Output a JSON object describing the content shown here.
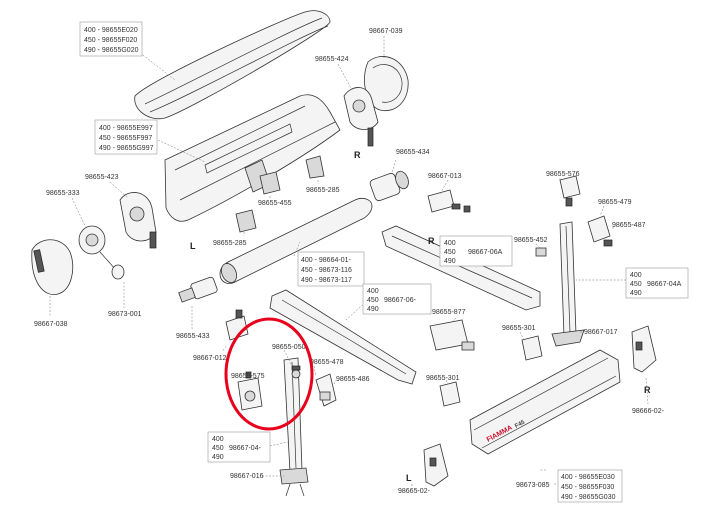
{
  "highlight_color": "#e8001c",
  "part_labels": {
    "p98667_039": "98667-039",
    "p98655_424": "98655-424",
    "p98655_423": "98655-423",
    "p98655_333": "98655-333",
    "p98667_038": "98667-038",
    "p98673_001": "98673-001",
    "p98655_285a": "98655-285",
    "p98655_455": "98655-455",
    "p98655_285b": "98655-285",
    "p98655_434": "98655-434",
    "p98667_013": "98667-013",
    "p98655_576": "98655-576",
    "p98655_479": "98655-479",
    "p98655_487": "98655-487",
    "p98655_452": "98655-452",
    "p98655_433": "98655-433",
    "p98667_012": "98667-012",
    "p98655_050": "98655-050",
    "p98655_478": "98655-478",
    "p98655_486": "98655-486",
    "p98655_575": "98655-575",
    "p98655_877": "98655-877",
    "p98655_301a": "98655-301",
    "p98667_017": "98667-017",
    "p98655_301b": "98655-301",
    "p98666_02": "98666-02-",
    "p98667_016": "98667-016",
    "p98665_02": "98665-02-",
    "p98673_085": "98673-085"
  },
  "side_markers": {
    "r_top": "R",
    "l_left": "L",
    "r_mid": "R",
    "r_right": "R",
    "l_bottom": "L"
  },
  "size_tables": {
    "cover": {
      "lines": [
        "400 - 98655E020",
        "450 - 98655F020",
        "490 - 98655G020"
      ]
    },
    "profile": {
      "lines": [
        "400 - 98655E997",
        "450 - 98655F997",
        "490 - 98655G997"
      ]
    },
    "tube": {
      "lines": [
        "400 - 98664-01-",
        "450 - 98673-116",
        "490 - 98673-117"
      ]
    },
    "arm_mid": {
      "sizes": [
        "400",
        "450",
        "490"
      ],
      "code": "98667-06-"
    },
    "arm_right": {
      "sizes": [
        "400",
        "450",
        "490"
      ],
      "code": "98667-06A"
    },
    "leg_right": {
      "sizes": [
        "400",
        "450",
        "490"
      ],
      "code": "98667-04A"
    },
    "leg_left": {
      "sizes": [
        "400",
        "450",
        "490"
      ],
      "code": "98667-04-"
    },
    "front_bar": {
      "lines": [
        "400 - 98655E030",
        "450 - 98655F030",
        "490 - 98655G030"
      ]
    }
  },
  "brand_text": "FIAMMA",
  "model_text": "F45"
}
